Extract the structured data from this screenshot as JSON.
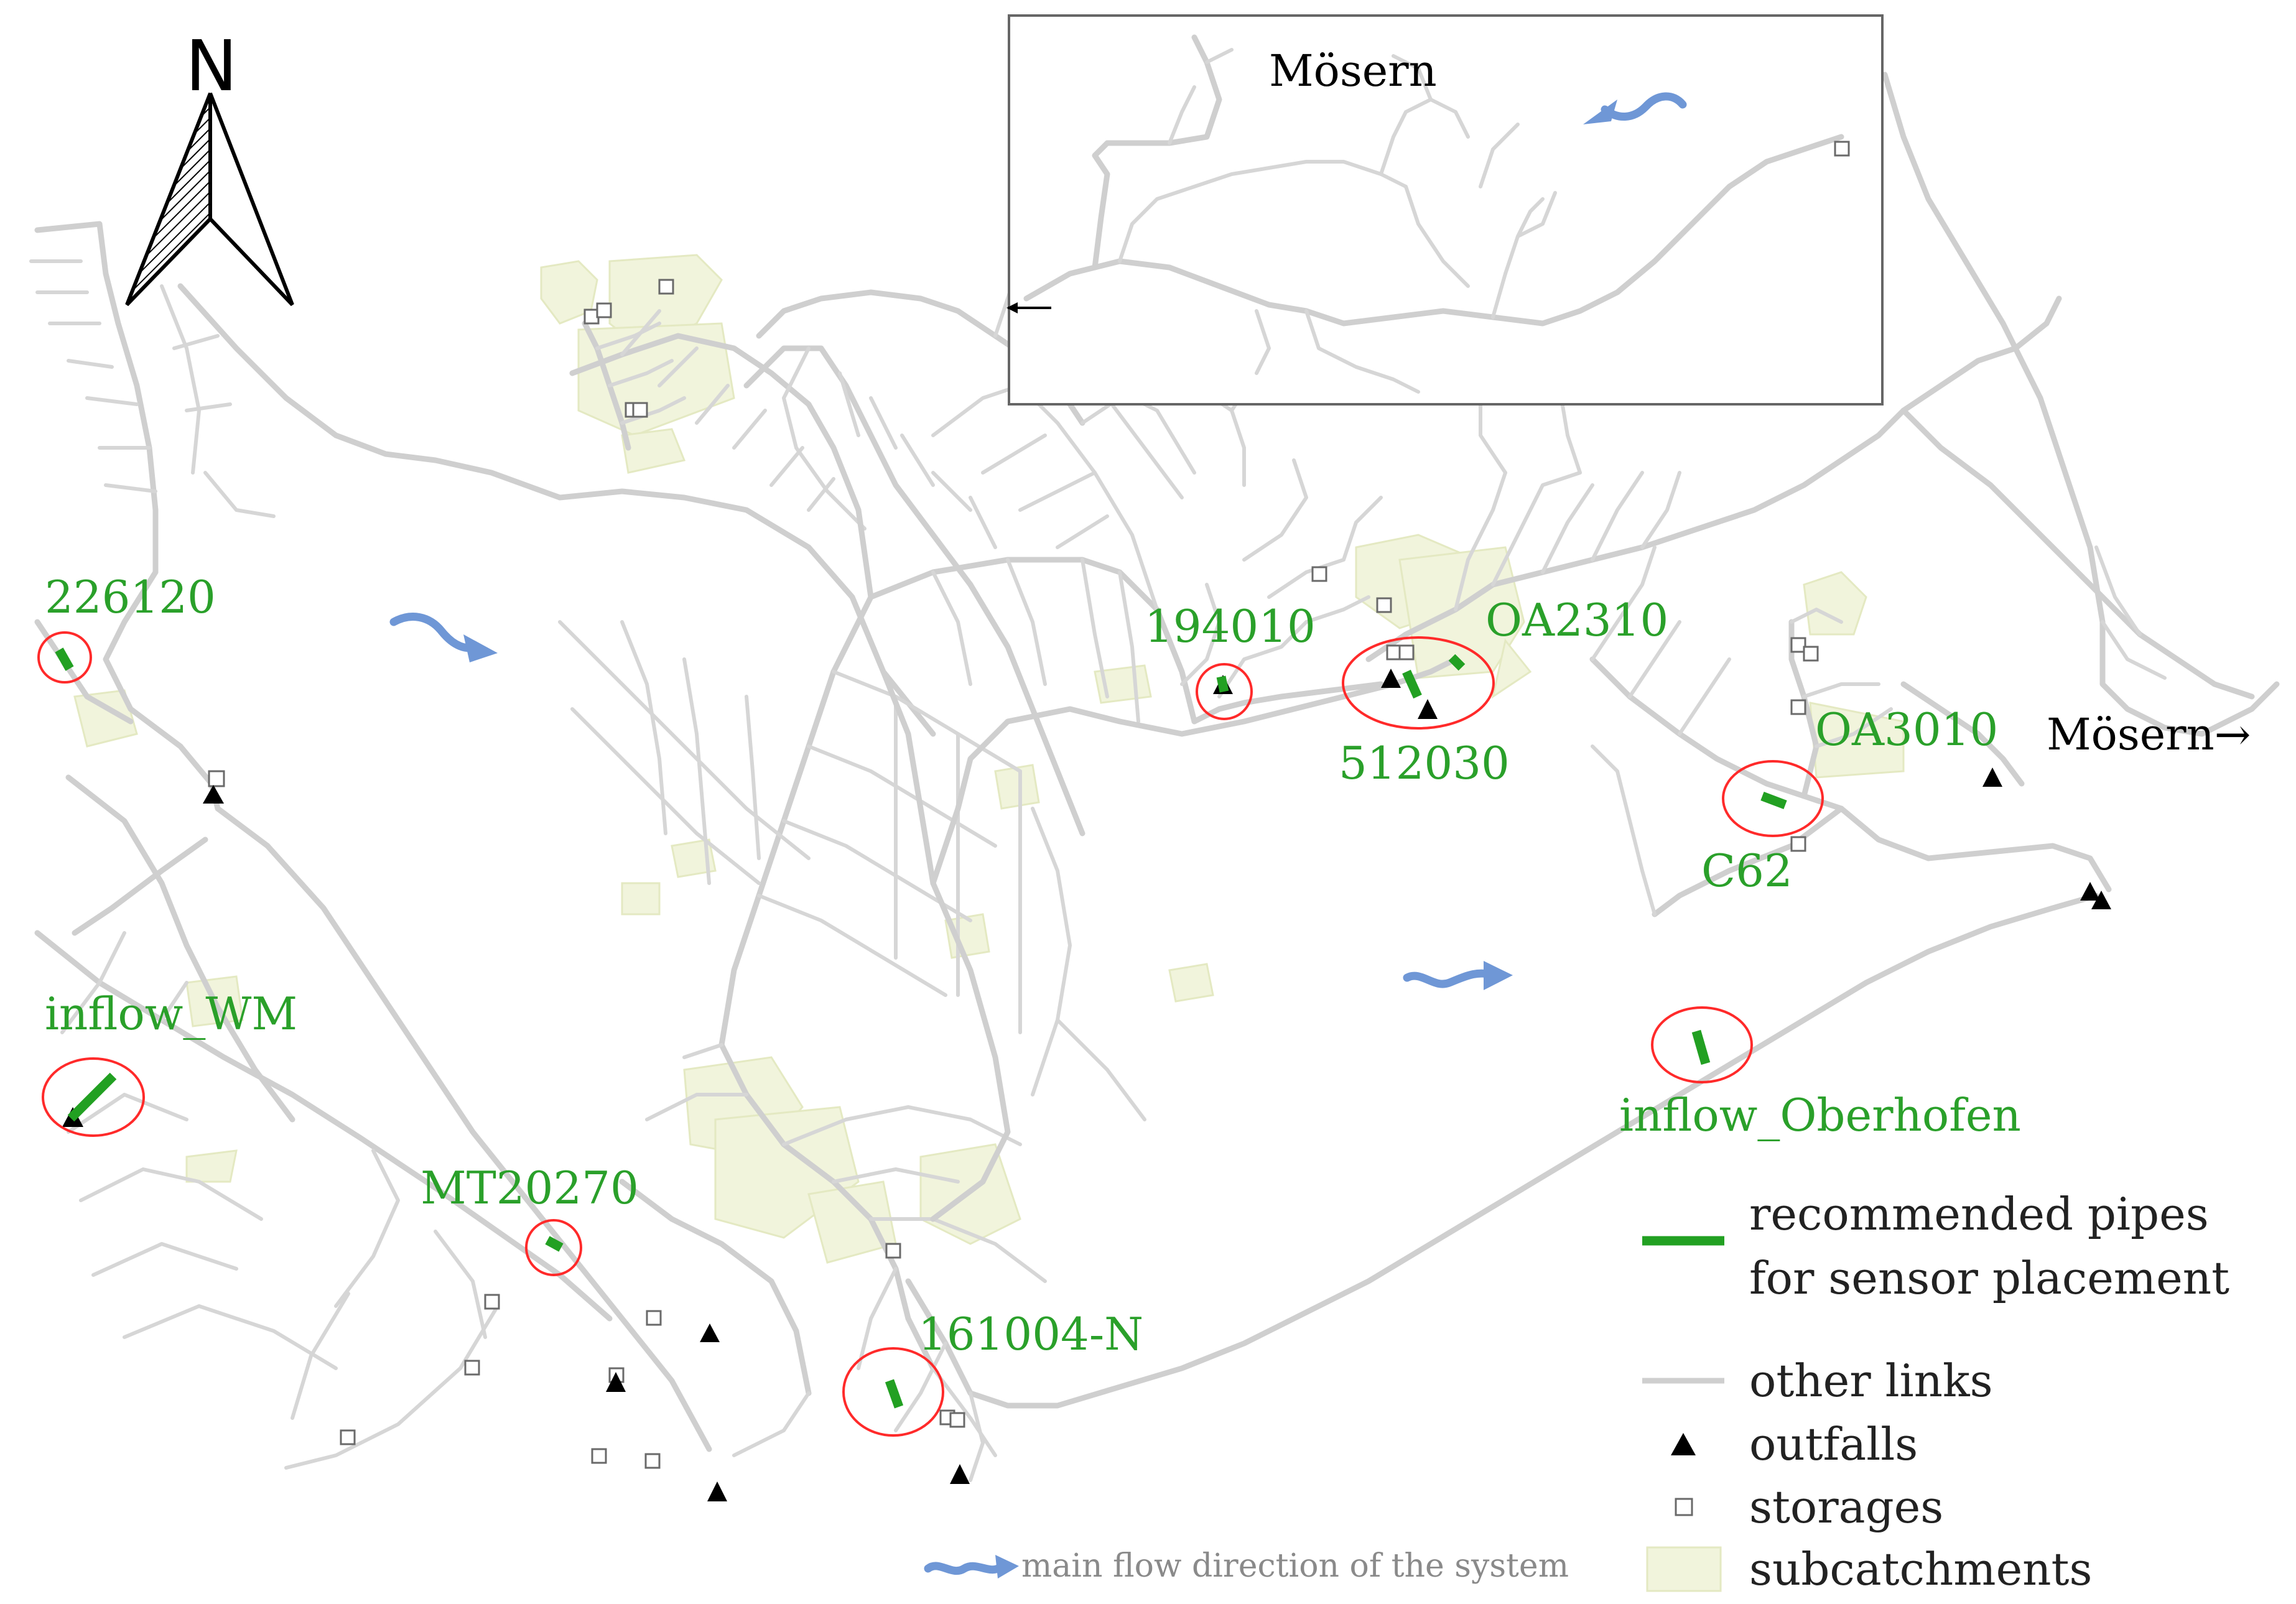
{
  "north_arrow": {
    "label": "N"
  },
  "inset": {
    "place_label": "Mösern"
  },
  "edge_labels": {
    "moesern_east": "Mösern→"
  },
  "sensor_labels": {
    "l226120": "226120",
    "l194010": "194010",
    "lOA2310": "OA2310",
    "l512030": "512030",
    "lOA3010": "OA3010",
    "lC62": "C62",
    "linflow_WM": "inflow_WM",
    "linflow_Oberhofen": "inflow_Oberhofen",
    "lMT20270": "MT20270",
    "l161004N": "161004-N"
  },
  "legend": {
    "recommended_line1": "recommended pipes",
    "recommended_line2": "for sensor placement",
    "other_links": "other links",
    "outfalls": "outfalls",
    "storages": "storages",
    "subcatchments": "subcatchments"
  },
  "caption": {
    "flow_direction": "main flow direction of the system"
  },
  "colors": {
    "sensor_pipe": "#22a022",
    "highlight_ring": "#ff2a2a",
    "other_links": "#cfcfcf",
    "subcatchment_fill": "#f1f4dc",
    "flow_arrow": "#6f97d6",
    "outfall": "#000000"
  },
  "icons": {
    "outfall": "black-triangle",
    "storage": "hollow-square",
    "flow": "wavy-arrow"
  }
}
